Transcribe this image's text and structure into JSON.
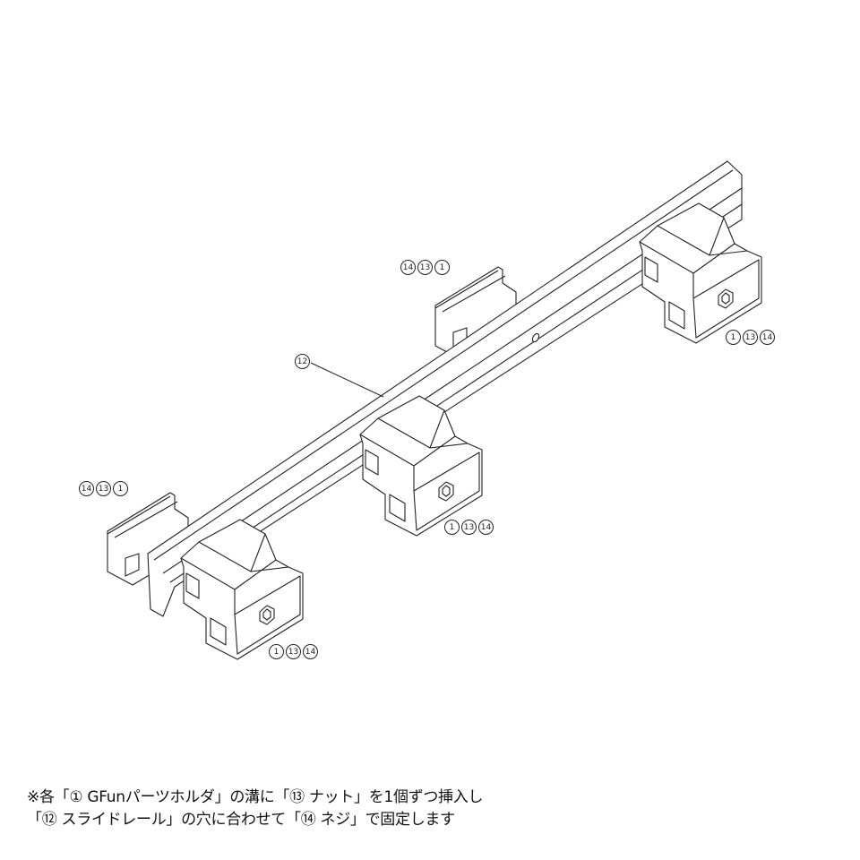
{
  "callouts": {
    "rail": "12",
    "holder_back_center": [
      "14",
      "13",
      "1"
    ],
    "holder_right": [
      "1",
      "13",
      "14"
    ],
    "holder_back_left": [
      "14",
      "13",
      "1"
    ],
    "holder_center": [
      "1",
      "13",
      "14"
    ],
    "holder_front_left": [
      "1",
      "13",
      "14"
    ]
  },
  "notes": {
    "line1": "※各「① GFunパーツホルダ」の溝に「⑬ ナット」を1個ずつ挿入し",
    "line2": "「⑫ スライドレール」の穴に合わせて「⑭ ネジ」で固定します"
  },
  "colors": {
    "line": "#222222",
    "face": "#ffffff"
  }
}
